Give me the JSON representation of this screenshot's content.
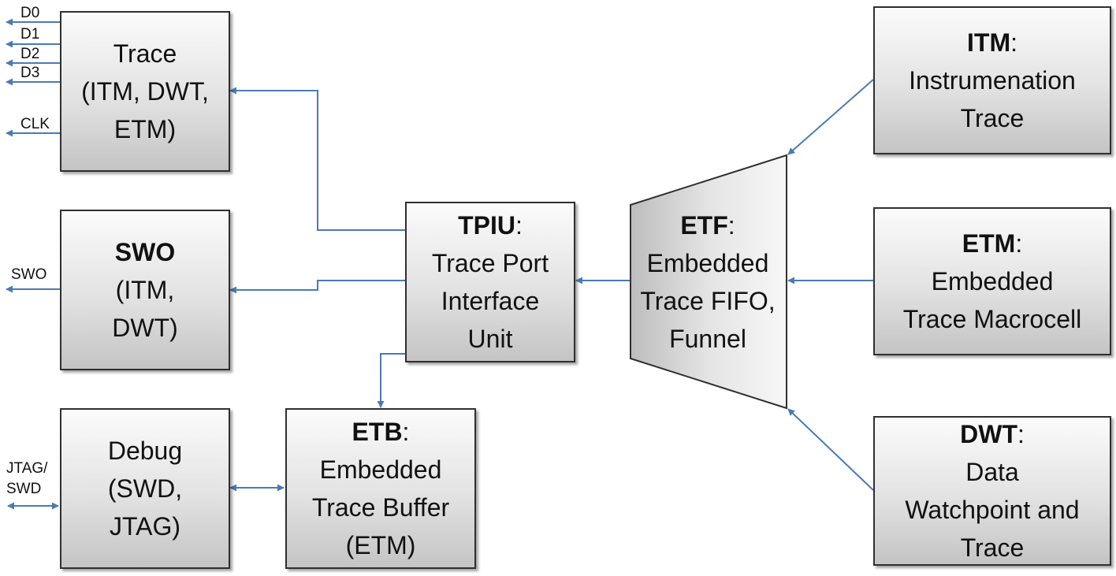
{
  "blocks": {
    "trace": {
      "lines": [
        "Trace",
        "(ITM, DWT,",
        "ETM)"
      ]
    },
    "swo": {
      "title": "SWO",
      "lines": [
        "(ITM,",
        "DWT)"
      ]
    },
    "debug": {
      "lines": [
        "Debug",
        "(SWD,",
        "JTAG)"
      ]
    },
    "tpiu": {
      "title": "TPIU",
      "suffix": ":",
      "lines": [
        "Trace Port",
        "Interface",
        "Unit"
      ]
    },
    "etb": {
      "title": "ETB",
      "suffix": ":",
      "lines": [
        "Embedded",
        "Trace Buffer",
        "(ETM)"
      ]
    },
    "etf": {
      "title": "ETF",
      "suffix": ":",
      "lines": [
        "Embedded",
        "Trace FIFO,",
        "Funnel"
      ]
    },
    "itm": {
      "title": "ITM",
      "suffix": ":",
      "lines": [
        "Instrumenation",
        "Trace"
      ]
    },
    "etm": {
      "title": "ETM",
      "suffix": ":",
      "lines": [
        "Embedded",
        "Trace Macrocell"
      ]
    },
    "dwt": {
      "title": "DWT",
      "suffix": ":",
      "lines": [
        "Data",
        "Watchpoint and",
        "Trace"
      ]
    }
  },
  "signals": {
    "d0": "D0",
    "d1": "D1",
    "d2": "D2",
    "d3": "D3",
    "clk": "CLK",
    "swo": "SWO",
    "jtag_line1": "JTAG/",
    "jtag_line2": "SWD"
  },
  "colors": {
    "wire": "#4a7ab5",
    "box_border": "#2f2f2f",
    "box_fill_top": "#fbfbfb",
    "box_fill_bottom": "#c4c4c4"
  }
}
